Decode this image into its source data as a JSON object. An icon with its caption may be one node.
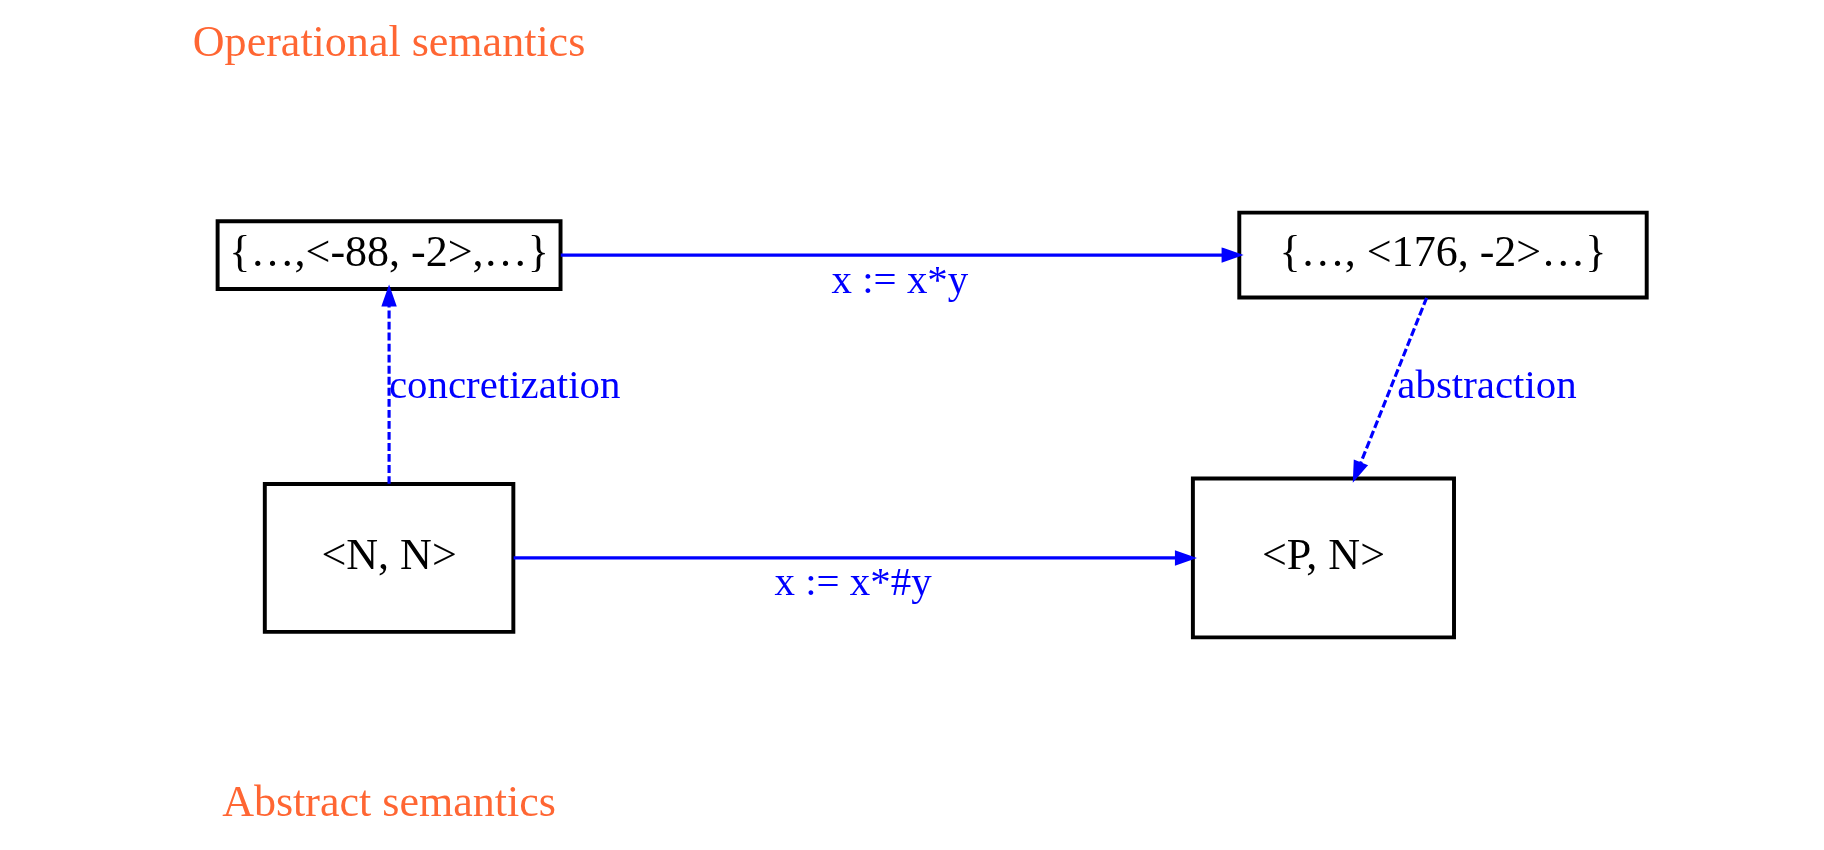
{
  "diagram": {
    "nodes": [
      {
        "text": [
          "{…,<-88, -2>,…}"
        ]
      },
      {
        "text": [
          "{…, <176, -2>…}"
        ]
      },
      {
        "text": [
          "<N, N>"
        ]
      },
      {
        "text": [
          "<P, N>"
        ]
      }
    ],
    "edges": [
      {
        "from": 0,
        "to": 1,
        "arrow": "to",
        "label": "x := x*y"
      },
      {
        "from": 2,
        "to": 0,
        "arrow": "to",
        "label": "concretization",
        "style": "dashed"
      },
      {
        "from": 1,
        "to": 3,
        "arrow": "to",
        "label": "abstraction",
        "style": "dashed"
      },
      {
        "from": 2,
        "to": 3,
        "arrow": "to",
        "label": "x := x*#y"
      }
    ],
    "labels": [
      "Operational semantics",
      "Abstract semantics"
    ]
  }
}
